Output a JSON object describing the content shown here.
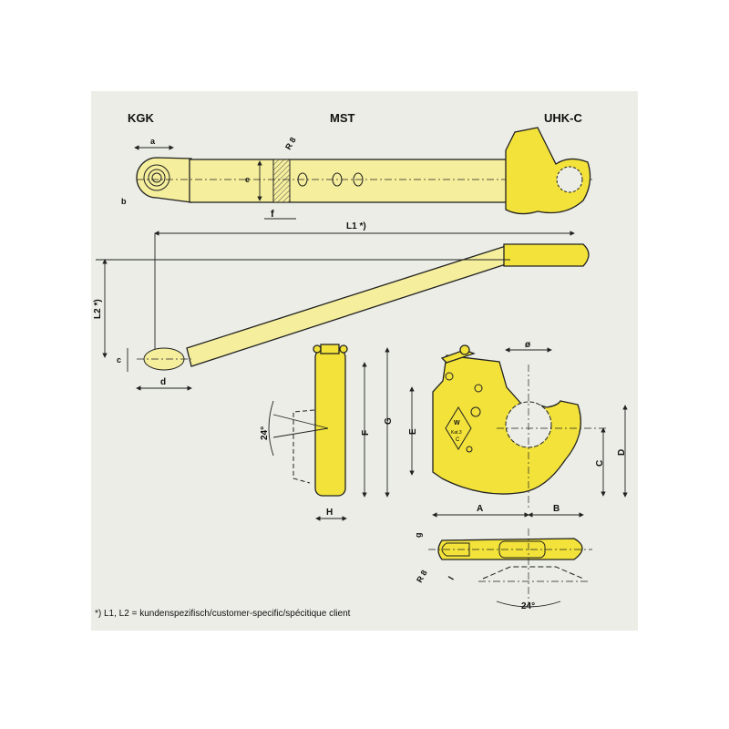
{
  "headings": {
    "left": "KGK",
    "middle": "MST",
    "right": "UHK-C"
  },
  "dimensions": {
    "a": "a",
    "b": "b",
    "e": "e",
    "f": "f",
    "r8_top": "R 8",
    "l1": "L1 *)",
    "l2": "L2 *)",
    "c_small": "c",
    "d_small": "d",
    "F": "F",
    "G": "G",
    "H": "H",
    "angle_side": "24°",
    "diameter": "ø",
    "E": "E",
    "A": "A",
    "B": "B",
    "C": "C",
    "D": "D",
    "g": "g",
    "r8_bottom": "R 8",
    "l": "l",
    "angle_bottom": "24°"
  },
  "hook_marking": {
    "logo": "W",
    "text_line1": "Kat.3",
    "text_line2": "C"
  },
  "footnote": "*) L1, L2 = kundenspezifisch/customer-specific/spécitique client",
  "colors": {
    "panel": "#ebede6",
    "yellow": "#f2e23a",
    "pale_yellow": "#f5ee9c"
  }
}
